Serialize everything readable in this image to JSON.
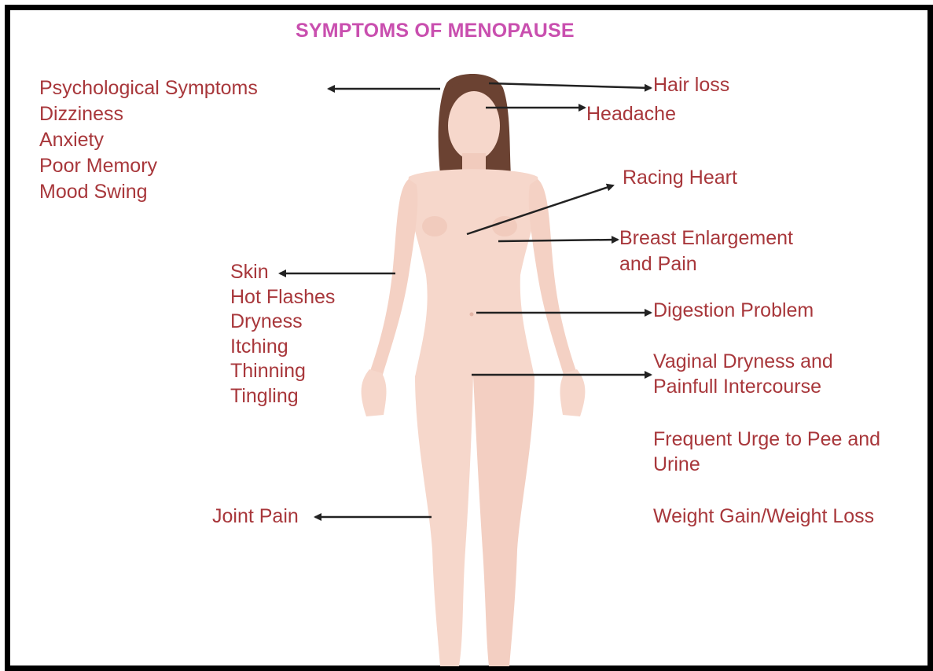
{
  "title": "SYMPTOMS OF MENOPAUSE",
  "labels": {
    "psychological": [
      "Psychological Symptoms",
      "Dizziness",
      "Anxiety",
      "Poor Memory",
      "Mood Swing"
    ],
    "hair_loss": "Hair loss",
    "headache": "Headache",
    "racing_heart": "Racing Heart",
    "breast": [
      "Breast Enlargement",
      "and Pain"
    ],
    "skin": [
      "Skin",
      "Hot Flashes",
      "Dryness",
      "Itching",
      "Thinning",
      "Tingling"
    ],
    "digestion": "Digestion Problem",
    "vaginal": [
      "Vaginal Dryness and",
      "Painfull Intercourse"
    ],
    "urge": [
      "Frequent Urge to Pee and",
      "Urine"
    ],
    "weight": "Weight Gain/Weight Loss",
    "joint_pain": "Joint Pain"
  },
  "colors": {
    "title": "#c94faf",
    "label": "#a8373b",
    "skin": "#f6d7cb",
    "hair": "#6b4232",
    "arrow": "#222222",
    "border": "#000000"
  }
}
